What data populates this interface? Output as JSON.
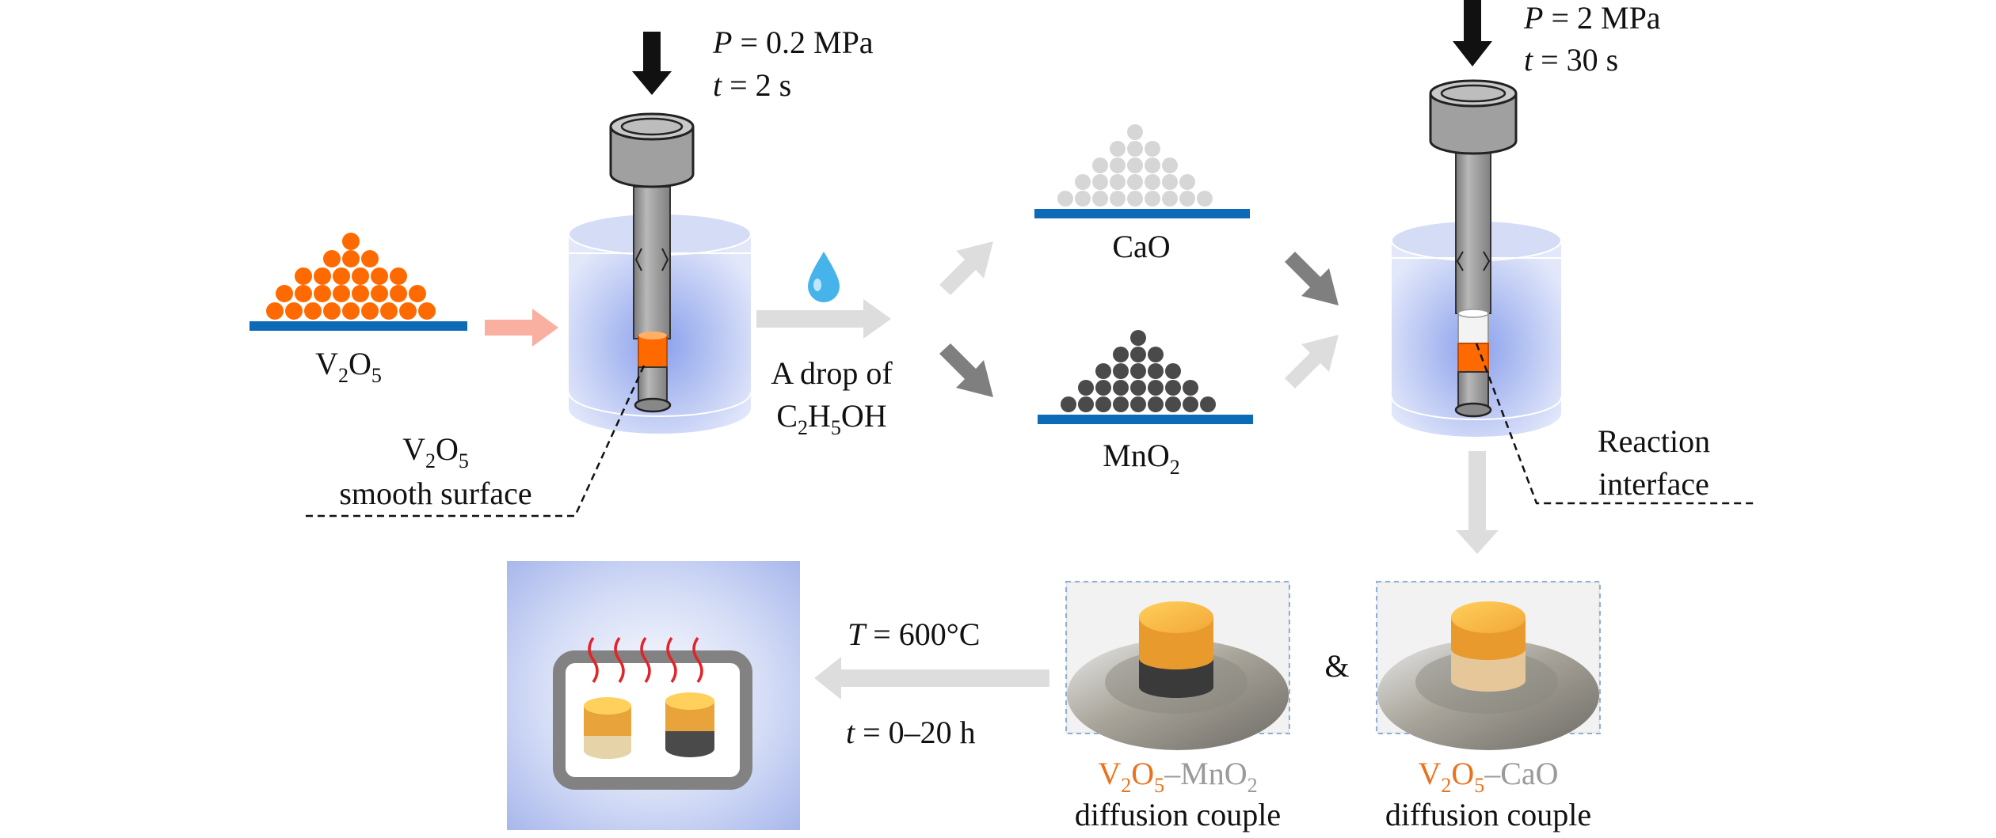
{
  "press1": {
    "p_sym": "P",
    "p_val": "= 0.2 MPa",
    "t_sym": "t",
    "t_val": "= 2 s"
  },
  "press2": {
    "p_sym": "P",
    "p_val": "= 2 MPa",
    "t_sym": "t",
    "t_val": "= 30 s"
  },
  "v2o5_label": {
    "a": "V",
    "s1": "2",
    "b": "O",
    "s2": "5"
  },
  "smooth": {
    "a": "V",
    "s1": "2",
    "b": "O",
    "s2": "5",
    "line2": "smooth surface"
  },
  "drop": {
    "line1": "A drop of",
    "a": "C",
    "s1": "2",
    "b": "H",
    "s2": "5",
    "c": "OH"
  },
  "cao_label": "CaO",
  "mno2_label": {
    "a": "MnO",
    "s1": "2"
  },
  "reaction": {
    "line1": "Reaction",
    "line2": "interface"
  },
  "heat": {
    "T_sym": "T",
    "T_val": "= 600°C",
    "t_sym": "t",
    "t_val": "= 0–20 h"
  },
  "ampersand": "&",
  "couple_mno2": {
    "a": "V",
    "s1": "2",
    "b": "O",
    "s2": "5",
    "dash": "–",
    "c": "MnO",
    "s3": "2",
    "line2": "diffusion couple"
  },
  "couple_cao": {
    "a": "V",
    "s1": "2",
    "b": "O",
    "s2": "5",
    "dash": "–",
    "c": "CaO",
    "line2": "diffusion couple"
  },
  "colors": {
    "v2o5": "#ff6a00",
    "cao": "#d6d6d6",
    "mno2": "#4a4a4a",
    "substrate": "#0d6ab7",
    "die": "#9fb2ee",
    "press": "#8f8f8f"
  }
}
